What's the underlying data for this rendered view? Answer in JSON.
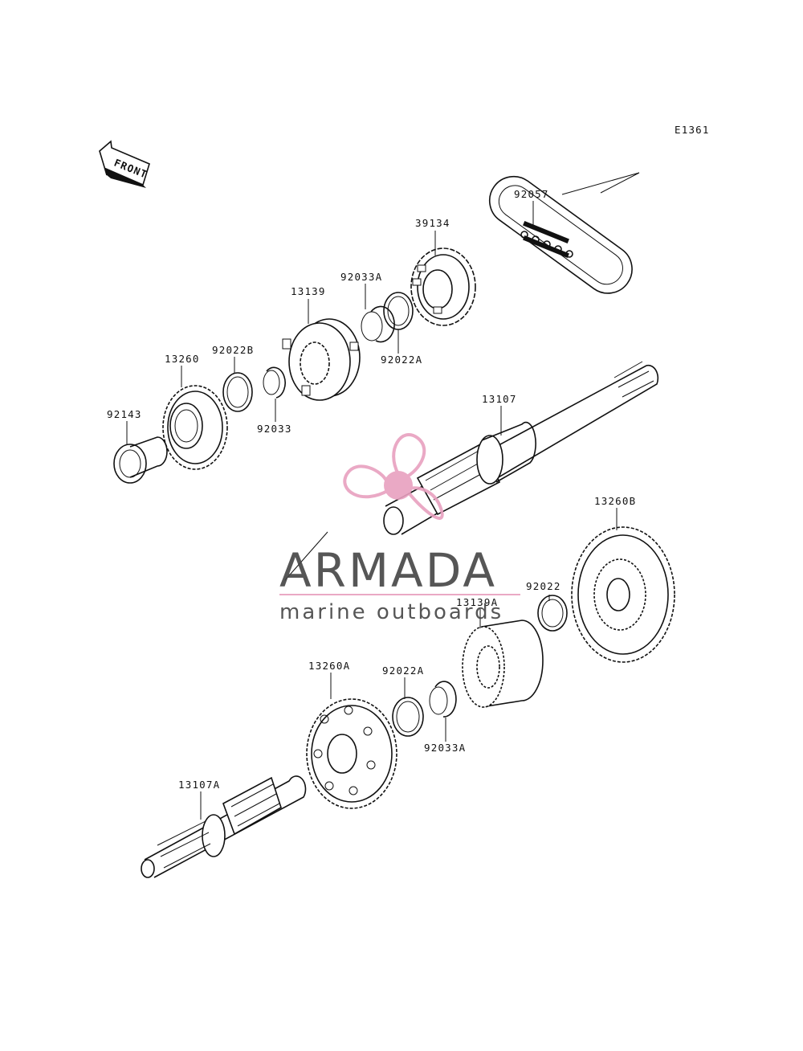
{
  "diagram": {
    "code": "E1361",
    "front_label": "FRONT",
    "parts": {
      "p92057": "92057",
      "p39134": "39134",
      "p92033A_top": "92033A",
      "p13139": "13139",
      "p92022A_top": "92022A",
      "p13260": "13260",
      "p92022B": "92022B",
      "p92033": "92033",
      "p92143": "92143",
      "p13107": "13107",
      "p13260B": "13260B",
      "p92022": "92022",
      "p13139A": "13139A",
      "p13260A": "13260A",
      "p92022A_bottom": "92022A",
      "p92033A_bottom": "92033A",
      "p13107A": "13107A"
    }
  },
  "watermark": {
    "brand": "ARMADA",
    "tagline": "marine outboards",
    "accent_color": "#e8a0bf"
  }
}
